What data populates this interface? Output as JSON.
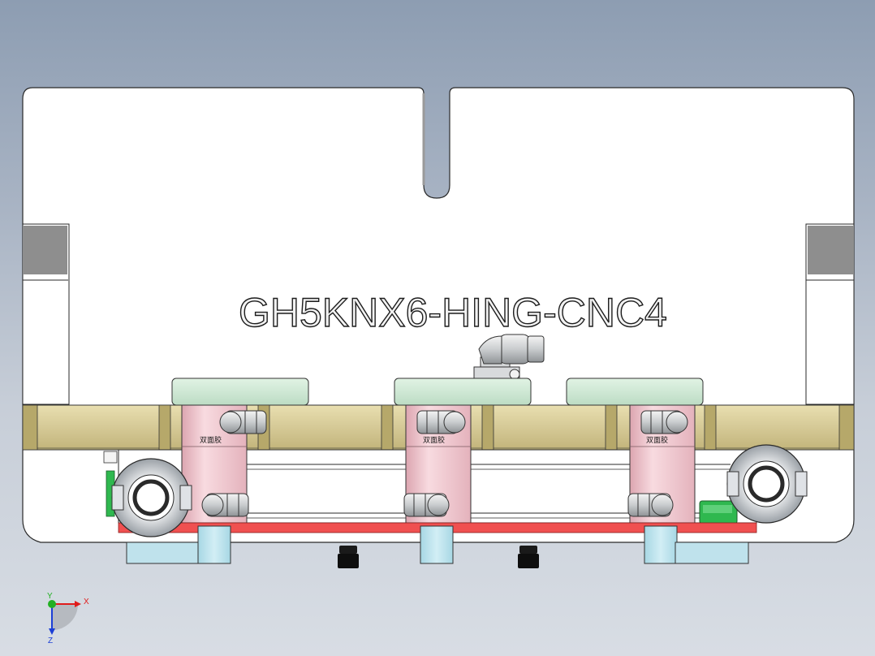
{
  "part": {
    "engraved_text": "GH5KNX6-HING-CNC4",
    "clamp_labels": [
      "双面胶",
      "双面胶",
      "双面胶"
    ]
  },
  "triad": {
    "x_label": "X",
    "y_label": "Y",
    "z_label": "Z",
    "colors": {
      "x": "#e01b1b",
      "y": "#22b022",
      "z": "#1c3fd6"
    }
  },
  "colors": {
    "background_top": "#8d9db2",
    "background_bottom": "#d8dde4",
    "plate": "#ffffff",
    "rail": "#d8cd9b",
    "cylinder": "#f1c6cf",
    "clamp_pad": "#cfe9d5",
    "bracket": "#bfe2ec",
    "base_red": "#f05050",
    "green_part": "#2fb84f"
  }
}
